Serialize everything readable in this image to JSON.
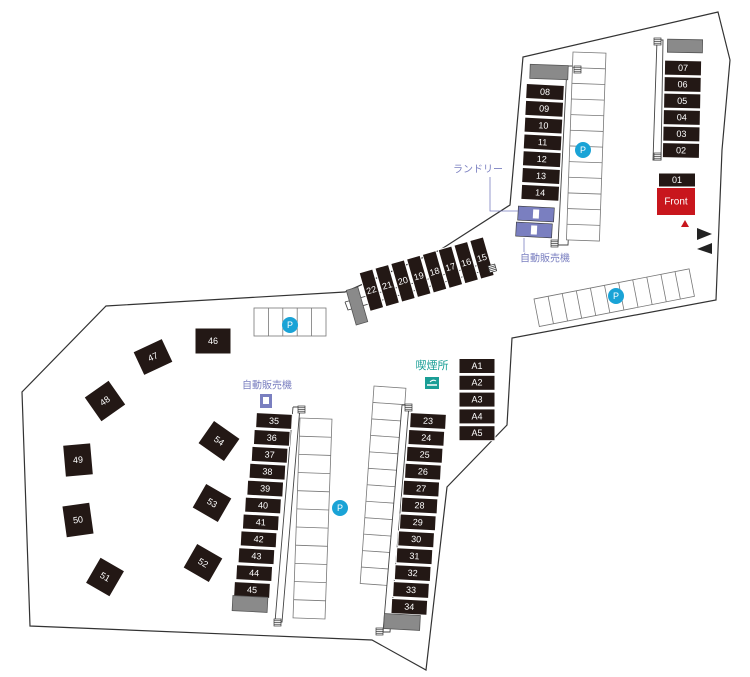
{
  "colors": {
    "site": "#231815",
    "site_text": "#ffffff",
    "front": "#c8161d",
    "parking": "#1aa3d6",
    "facility": "#7a7fc0",
    "smoking": "#1a9e96",
    "grey_block": "#8a8a8a",
    "outline": "#333333"
  },
  "sites": {
    "upper_left_column": [
      "08",
      "09",
      "10",
      "11",
      "12",
      "13",
      "14"
    ],
    "right_column": [
      "07",
      "06",
      "05",
      "04",
      "03",
      "02"
    ],
    "reception_site": "01",
    "middle_row": [
      "15",
      "16",
      "17",
      "18",
      "19",
      "20",
      "21",
      "22"
    ],
    "center_left_column": [
      "35",
      "36",
      "37",
      "38",
      "39",
      "40",
      "41",
      "42",
      "43",
      "44",
      "45"
    ],
    "center_right_column": [
      "23",
      "24",
      "25",
      "26",
      "27",
      "28",
      "29",
      "30",
      "31",
      "32",
      "33",
      "34"
    ],
    "a_column": [
      "A1",
      "A2",
      "A3",
      "A4",
      "A5"
    ],
    "free_sites": [
      "46",
      "47",
      "48",
      "49",
      "50",
      "51",
      "54",
      "53",
      "52"
    ]
  },
  "labels": {
    "front": "Front",
    "laundry": "ランドリー",
    "vending_upper": "自動販売機",
    "vending_lower": "自動販売機",
    "smoking": "喫煙所",
    "parking": "P"
  },
  "icons": [
    "laundry-icon",
    "vending-machine-icon",
    "smoking-icon",
    "parking-icon",
    "entrance-arrow-icon",
    "exit-arrow-icon",
    "stairs-icon",
    "faucet-icon"
  ]
}
